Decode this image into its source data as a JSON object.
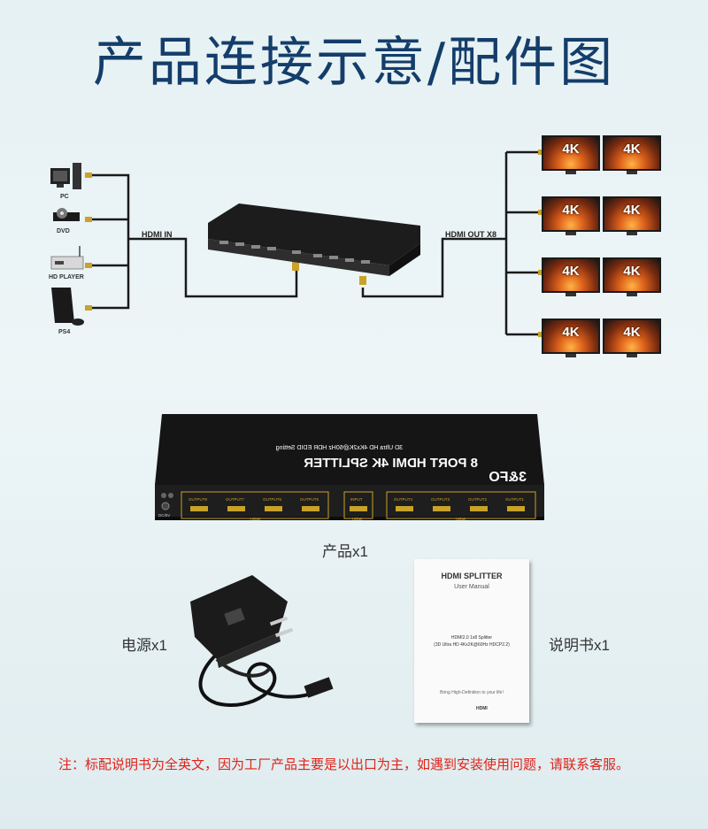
{
  "title": "产品连接示意/配件图",
  "sources": [
    {
      "label": "PC",
      "icon": "pc-icon"
    },
    {
      "label": "DVD",
      "icon": "dvd-player-icon"
    },
    {
      "label": "HD PLAYER",
      "icon": "hd-player-icon"
    },
    {
      "label": "PS4",
      "icon": "ps4-console-icon"
    }
  ],
  "connections": {
    "hdmi_in": "HDMI IN",
    "hdmi_out": "HDMI OUT X8"
  },
  "tv_badge": "4K",
  "splitter": {
    "brand": "3&FO",
    "name": "8 PORT HDMI 4K SPLITTER",
    "spec": "3D Ultra HD 4Kx2K@60Hz HDR EDID Setting",
    "power_port": "DC/5V",
    "input_port": "INPUT",
    "input_sub": "HDMI",
    "outputs_left": [
      "OUTPUT8",
      "OUTPUT7",
      "OUTPUT6",
      "OUTPUT5"
    ],
    "outputs_right": [
      "OUTPUT4",
      "OUTPUT3",
      "OUTPUT2",
      "OUTPUT1"
    ],
    "group_label": "HDMI"
  },
  "accessories": {
    "product": "产品x1",
    "power": "电源x1",
    "manual": "说明书x1"
  },
  "manual": {
    "title": "HDMI SPLITTER",
    "subtitle": "User Manual",
    "desc_line1": "HDMI2.0 1x8 Splitter",
    "desc_line2": "(3D Ultra HD 4Kx2K@60Hz HDCP2.2)",
    "footer": "Bring High-Definition to your life!",
    "logo": "HDMI"
  },
  "note": "注：标配说明书为全英文，因为工厂产品主要是以出口为主，如遇到安装使用问题，请联系客服。"
}
